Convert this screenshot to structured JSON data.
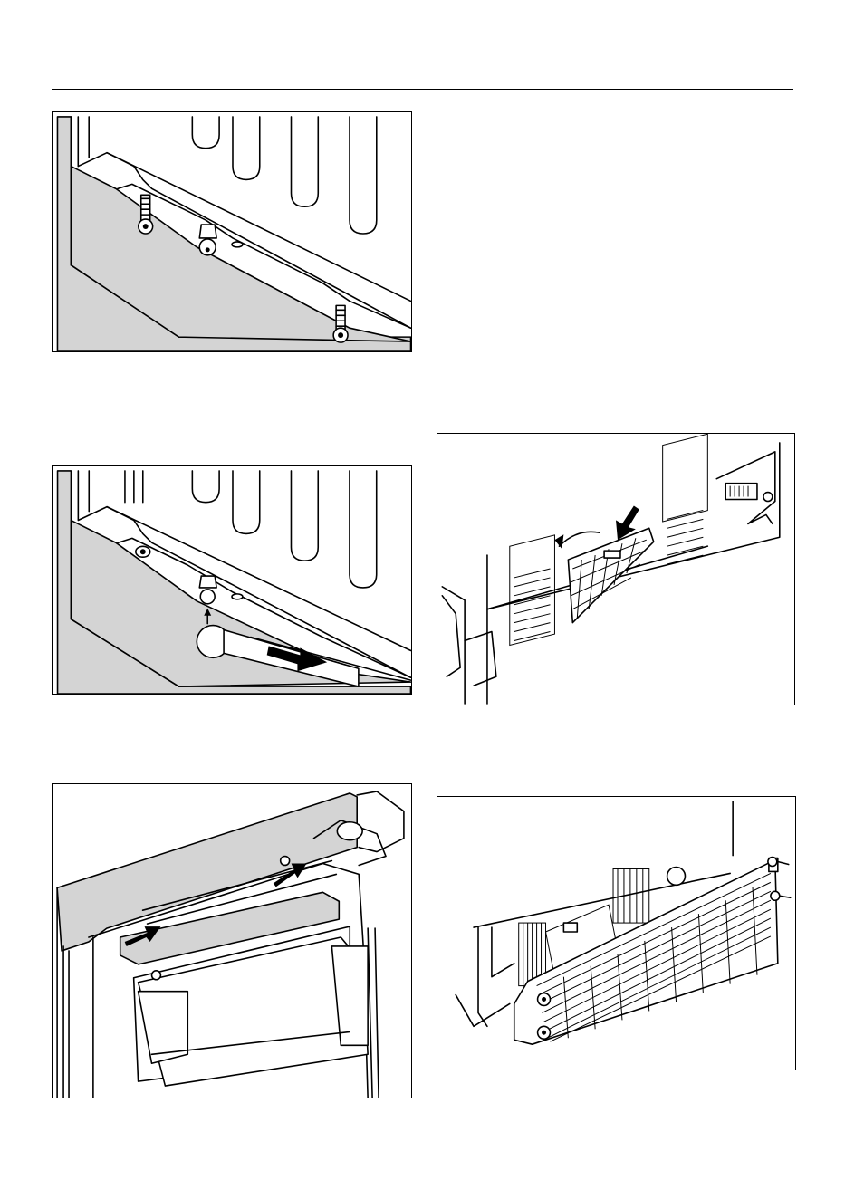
{
  "page": {
    "figures": [
      {
        "id": "fig1",
        "icon": "screws-and-hinge-pin-diagram"
      },
      {
        "id": "fig2",
        "icon": "hinge-pin-cap-push-diagram"
      },
      {
        "id": "fig3",
        "icon": "door-trim-strip-arrows-diagram"
      },
      {
        "id": "fig4",
        "icon": "filter-removal-diagram"
      },
      {
        "id": "fig5",
        "icon": "vent-grille-screws-diagram"
      }
    ]
  }
}
